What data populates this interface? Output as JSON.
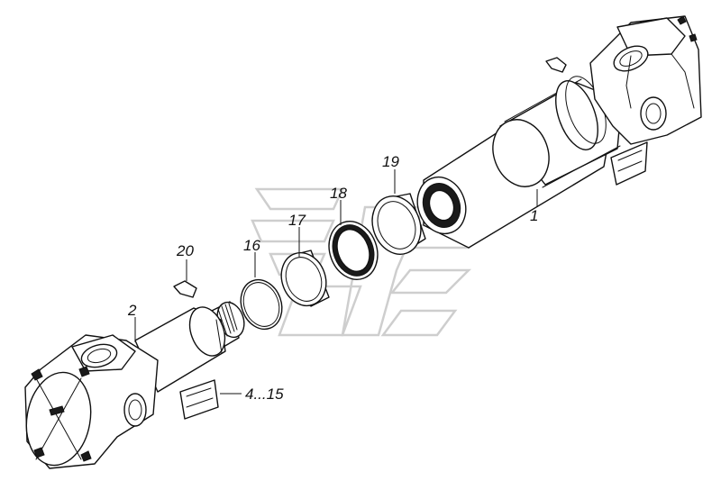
{
  "callouts": {
    "c1": "1",
    "c2": "2",
    "c4_15": "4...15",
    "c16": "16",
    "c17": "17",
    "c18": "18",
    "c19": "19",
    "c20": "20"
  }
}
